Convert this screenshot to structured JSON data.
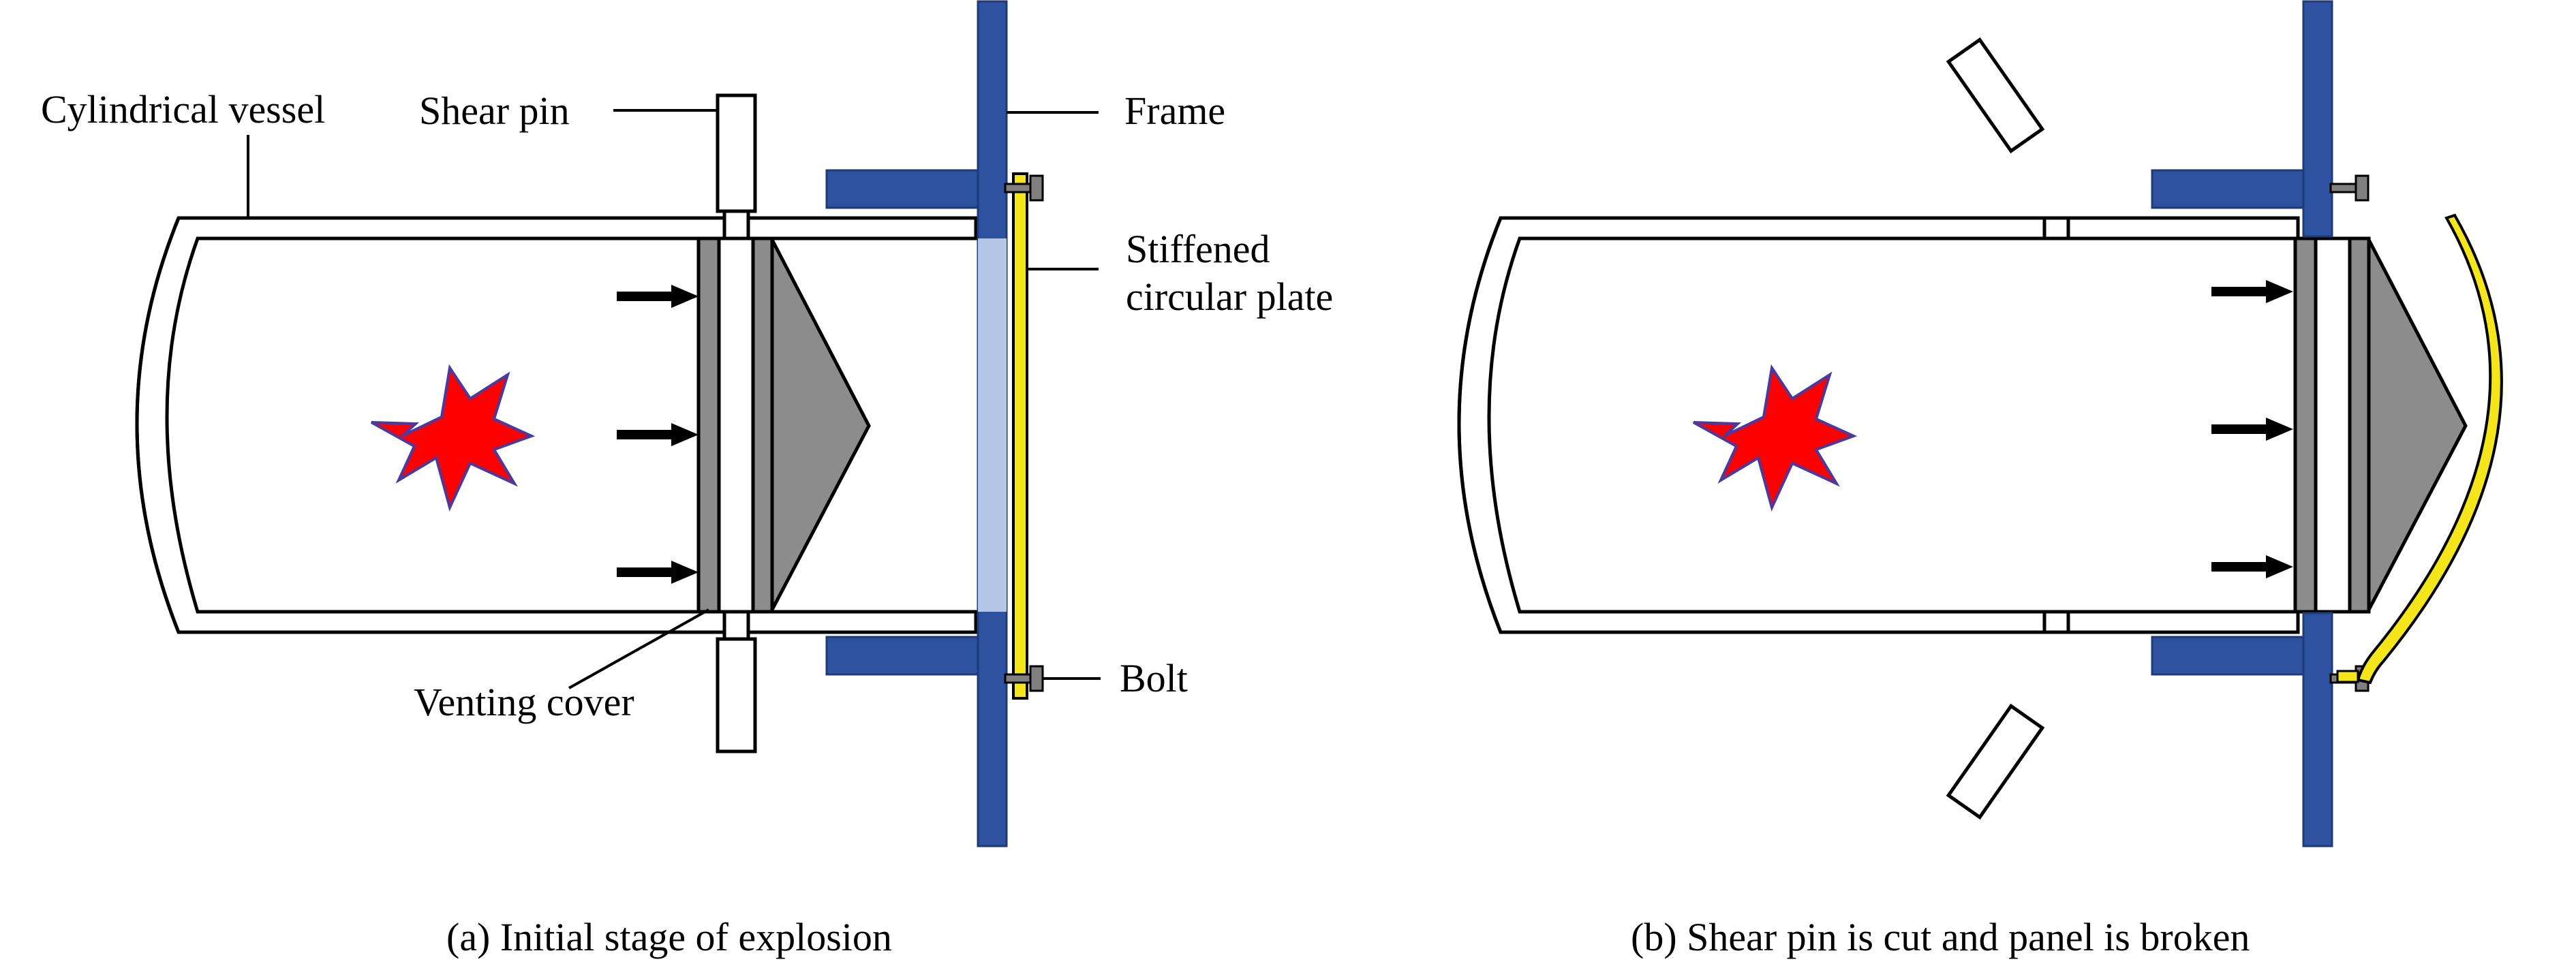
{
  "panel_a": {
    "labels": {
      "vessel": "Cylindrical vessel",
      "shear_pin": "Shear pin",
      "frame": "Frame",
      "plate_line1": "Stiffened",
      "plate_line2": "circular plate",
      "venting_cover": "Venting cover",
      "bolt": "Bolt"
    },
    "caption": "(a) Initial stage of explosion"
  },
  "panel_b": {
    "caption": "(b) Shear pin is cut and panel is broken"
  },
  "colors": {
    "frame": "#2F52A0",
    "plate": "#F5E61C",
    "explosion": "#FF0000",
    "explosion_outline": "#4A3AA0",
    "cover": "#8C8C8C",
    "gap": "#B4C7E7",
    "bolt": "#808080"
  }
}
